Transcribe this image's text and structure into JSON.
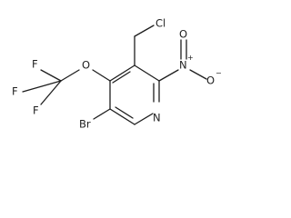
{
  "molecule": {
    "atoms": {
      "cl": "Cl",
      "o_ether": "O",
      "f_top": "F",
      "f_left": "F",
      "f_bottom": "F",
      "n_nitro": "N",
      "n_nitro_charge": "+",
      "o_nitro_top": "O",
      "o_nitro_right": "O",
      "o_nitro_right_charge": "−",
      "n_ring": "N",
      "br": "Br"
    }
  }
}
